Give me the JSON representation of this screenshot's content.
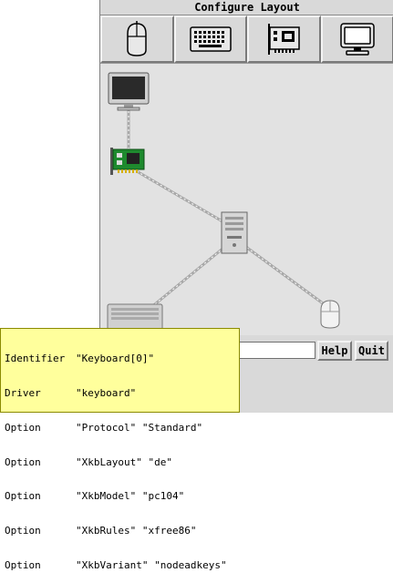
{
  "window": {
    "title": "Configure Layout"
  },
  "toolbar": {
    "items": [
      {
        "icon": "mouse-icon"
      },
      {
        "icon": "keyboard-icon"
      },
      {
        "icon": "video-card-icon"
      },
      {
        "icon": "monitor-icon"
      }
    ]
  },
  "layout": {
    "devices": [
      {
        "icon": "monitor-icon"
      },
      {
        "icon": "video-card-icon"
      },
      {
        "icon": "computer-icon"
      },
      {
        "icon": "keyboard-icon"
      },
      {
        "icon": "mouse-icon"
      }
    ]
  },
  "buttons": {
    "help": "Help",
    "quit": "Quit"
  },
  "entry": {
    "value": ""
  },
  "tooltip": {
    "rows": [
      {
        "key": "Identifier",
        "value": "\"Keyboard[0]\""
      },
      {
        "key": "Driver",
        "value": "\"keyboard\""
      },
      {
        "key": "Option",
        "value": "\"Protocol\" \"Standard\""
      },
      {
        "key": "Option",
        "value": "\"XkbLayout\" \"de\""
      },
      {
        "key": "Option",
        "value": "\"XkbModel\" \"pc104\""
      },
      {
        "key": "Option",
        "value": "\"XkbRules\" \"xfree86\""
      },
      {
        "key": "Option",
        "value": "\"XkbVariant\" \"nodeadkeys\""
      }
    ]
  },
  "colors": {
    "background": "#d9d9d9",
    "canvas": "#e2e2e2",
    "tooltip": "#ffff9c",
    "card": "#1e8a2e"
  }
}
